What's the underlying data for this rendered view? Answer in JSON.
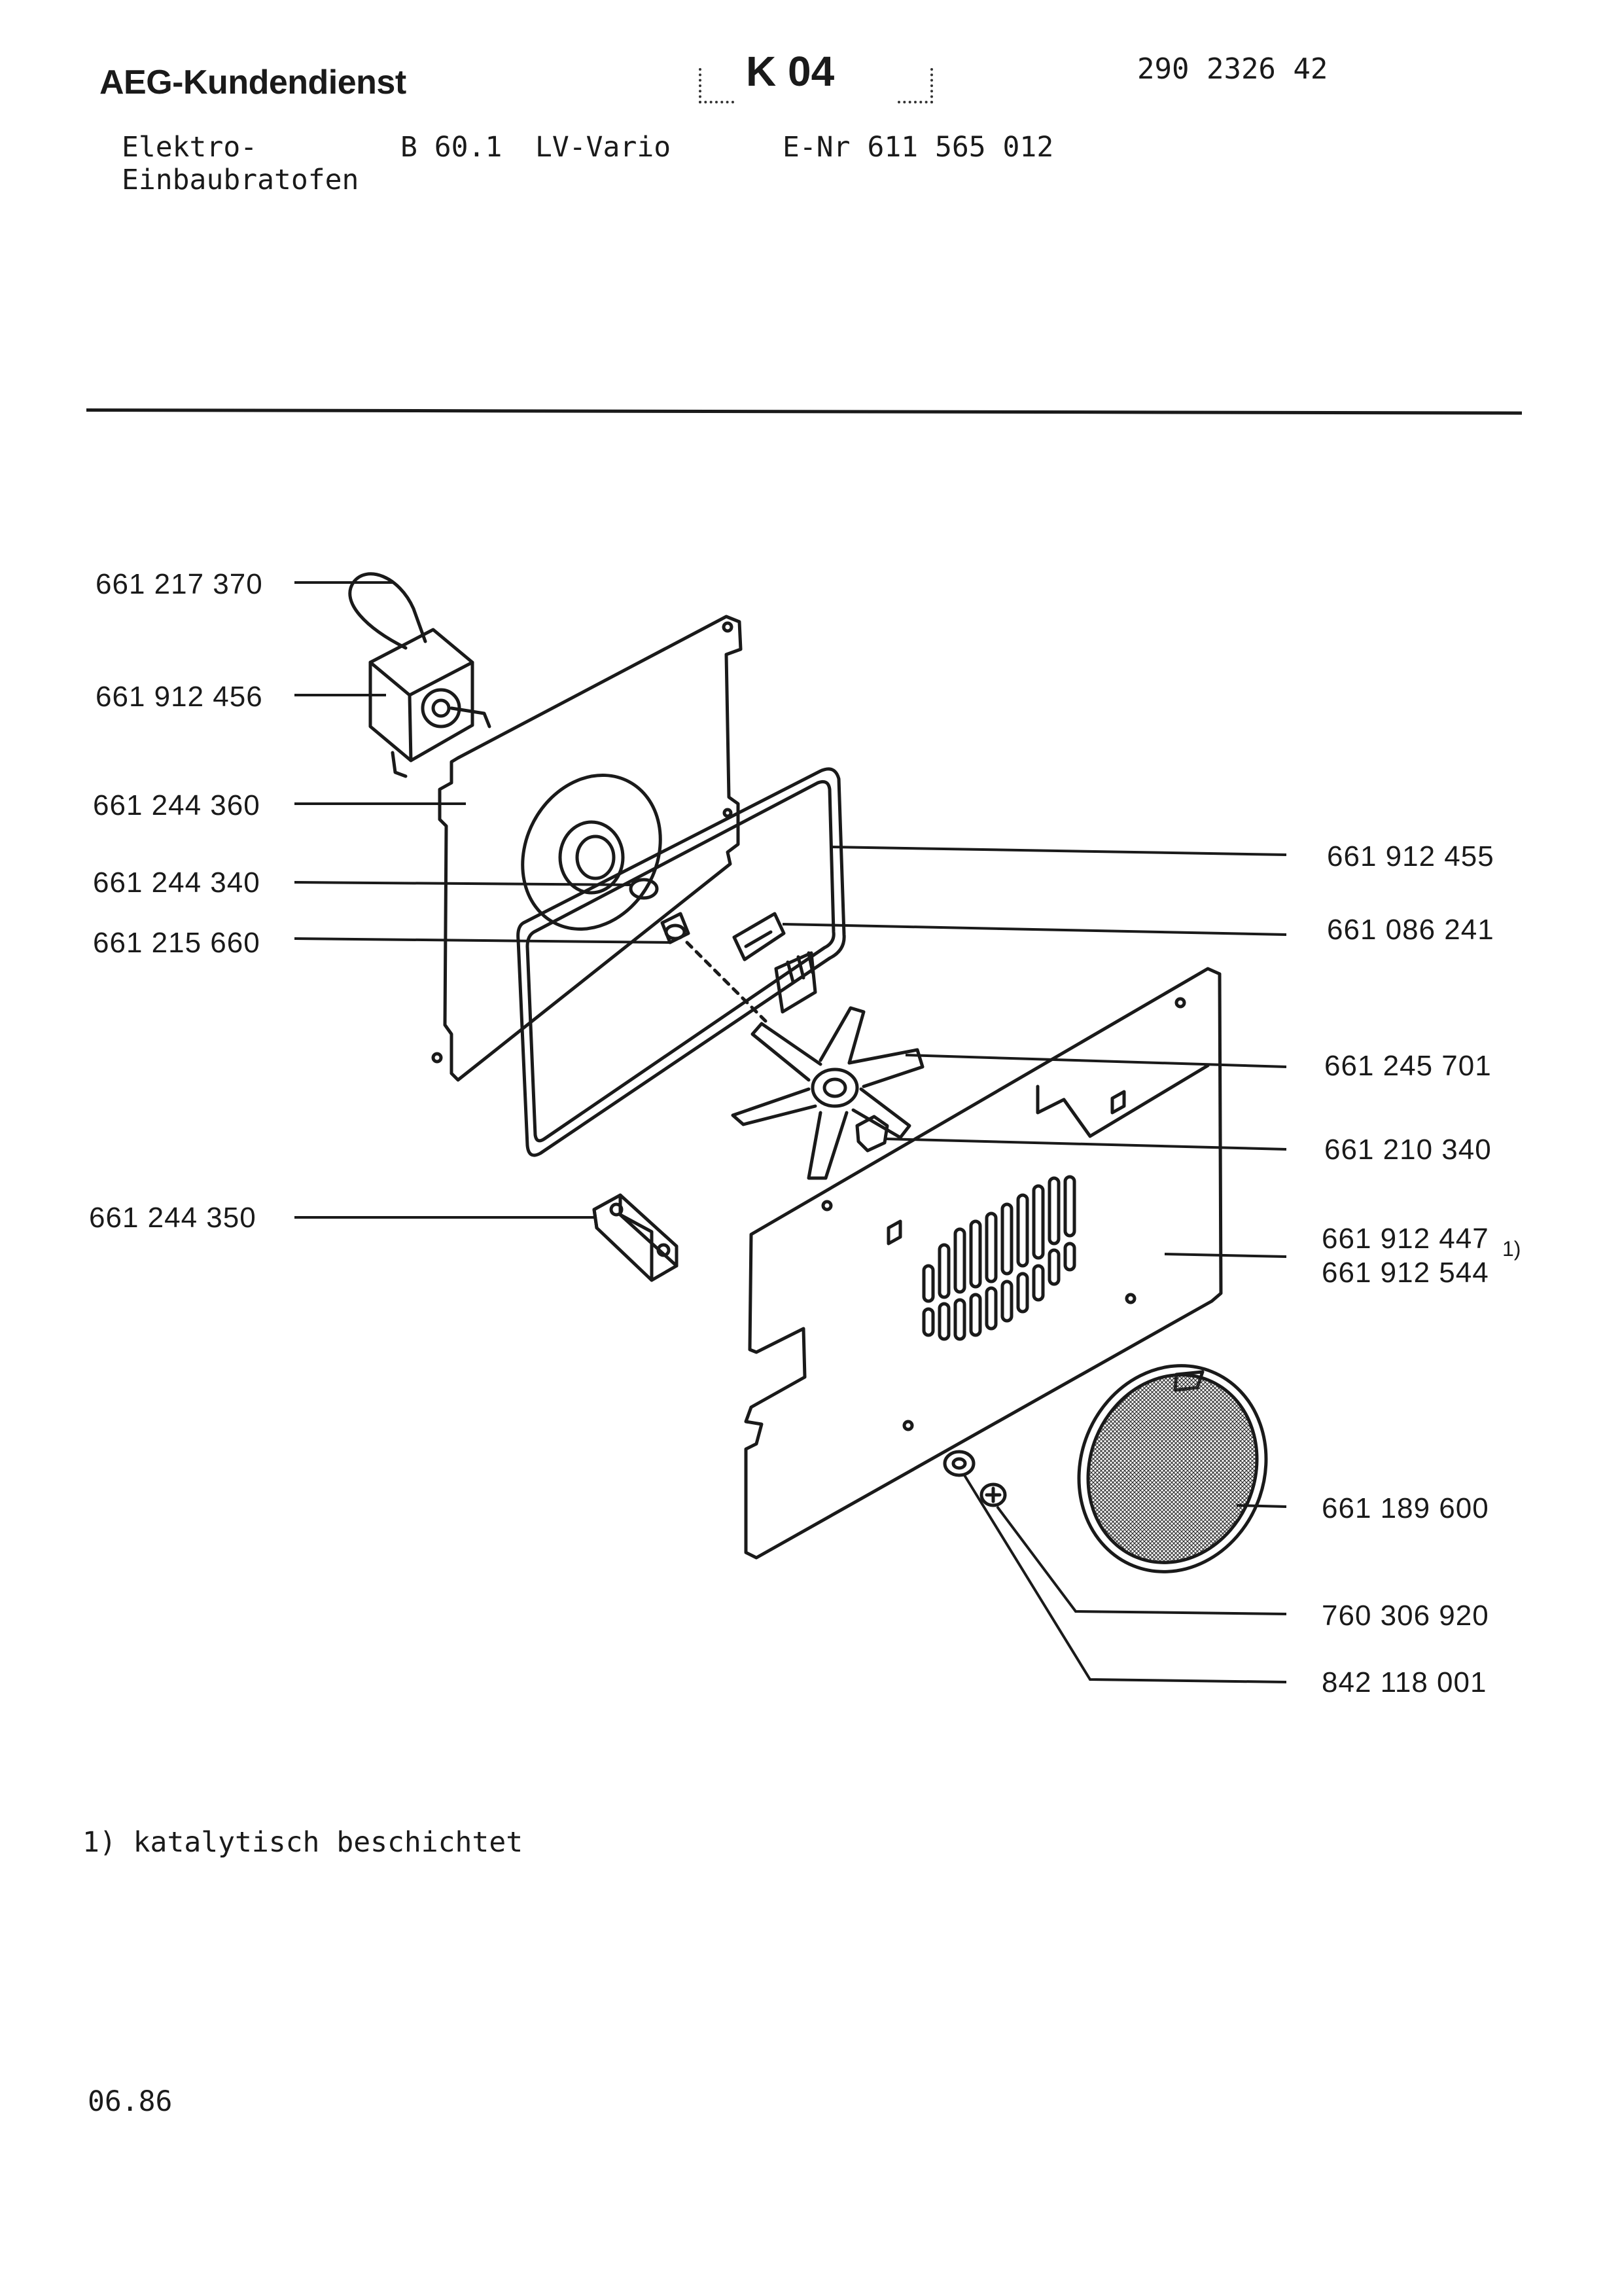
{
  "header": {
    "brand": "AEG-Kundendienst",
    "code": "K 04",
    "doc_number": "290 2326 42",
    "product_line1": "Elektro-",
    "product_line2": "Einbaubratofen",
    "model": "B 60.1",
    "variant": "LV-Vario",
    "enr": "E-Nr 611 565 012"
  },
  "parts_left": [
    {
      "number": "661 217 370"
    },
    {
      "number": "661 912 456"
    },
    {
      "number": "661 244 360"
    },
    {
      "number": "661 244 340"
    },
    {
      "number": "661 215 660"
    },
    {
      "number": "661 244 350"
    }
  ],
  "parts_right": [
    {
      "number": "661 912 455"
    },
    {
      "number": "661 086 241"
    },
    {
      "number": "661 245 701"
    },
    {
      "number": "661 210 340"
    },
    {
      "number": "661 912 447"
    },
    {
      "number": "661 912 544"
    },
    {
      "number": "661 189 600"
    },
    {
      "number": "760 306 920"
    },
    {
      "number": "842 118 001"
    }
  ],
  "footnote_marker": "1)",
  "footnote": "1) katalytisch beschichtet",
  "date": "06.86"
}
